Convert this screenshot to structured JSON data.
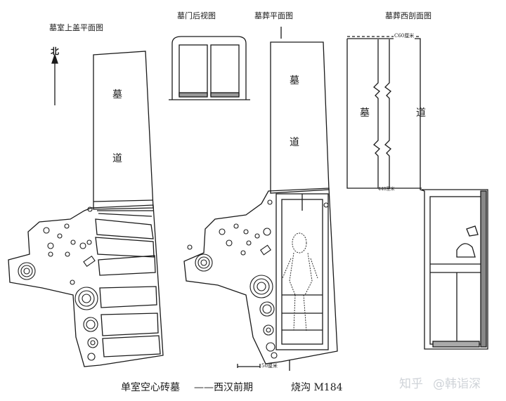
{
  "figures": {
    "lid_plan": "墓室上盖平面图",
    "gate_back": "墓门后视图",
    "burial_plan": "墓葬平面图",
    "west_section": "墓葬西剖面图"
  },
  "north": "北",
  "tomb_label_1": "墓",
  "tomb_label_2": "道",
  "section_dims": {
    "top": "C60厘米",
    "mid": "440厘米"
  },
  "scale_bar": "50厘米",
  "caption": {
    "type": "单室空心砖墓",
    "period": "——西汉前期",
    "site": "烧沟 M184"
  },
  "watermark": {
    "brand": "知乎",
    "author": "@韩诣深"
  },
  "colors": {
    "ink": "#1a1a1a",
    "paper": "#ffffff"
  }
}
